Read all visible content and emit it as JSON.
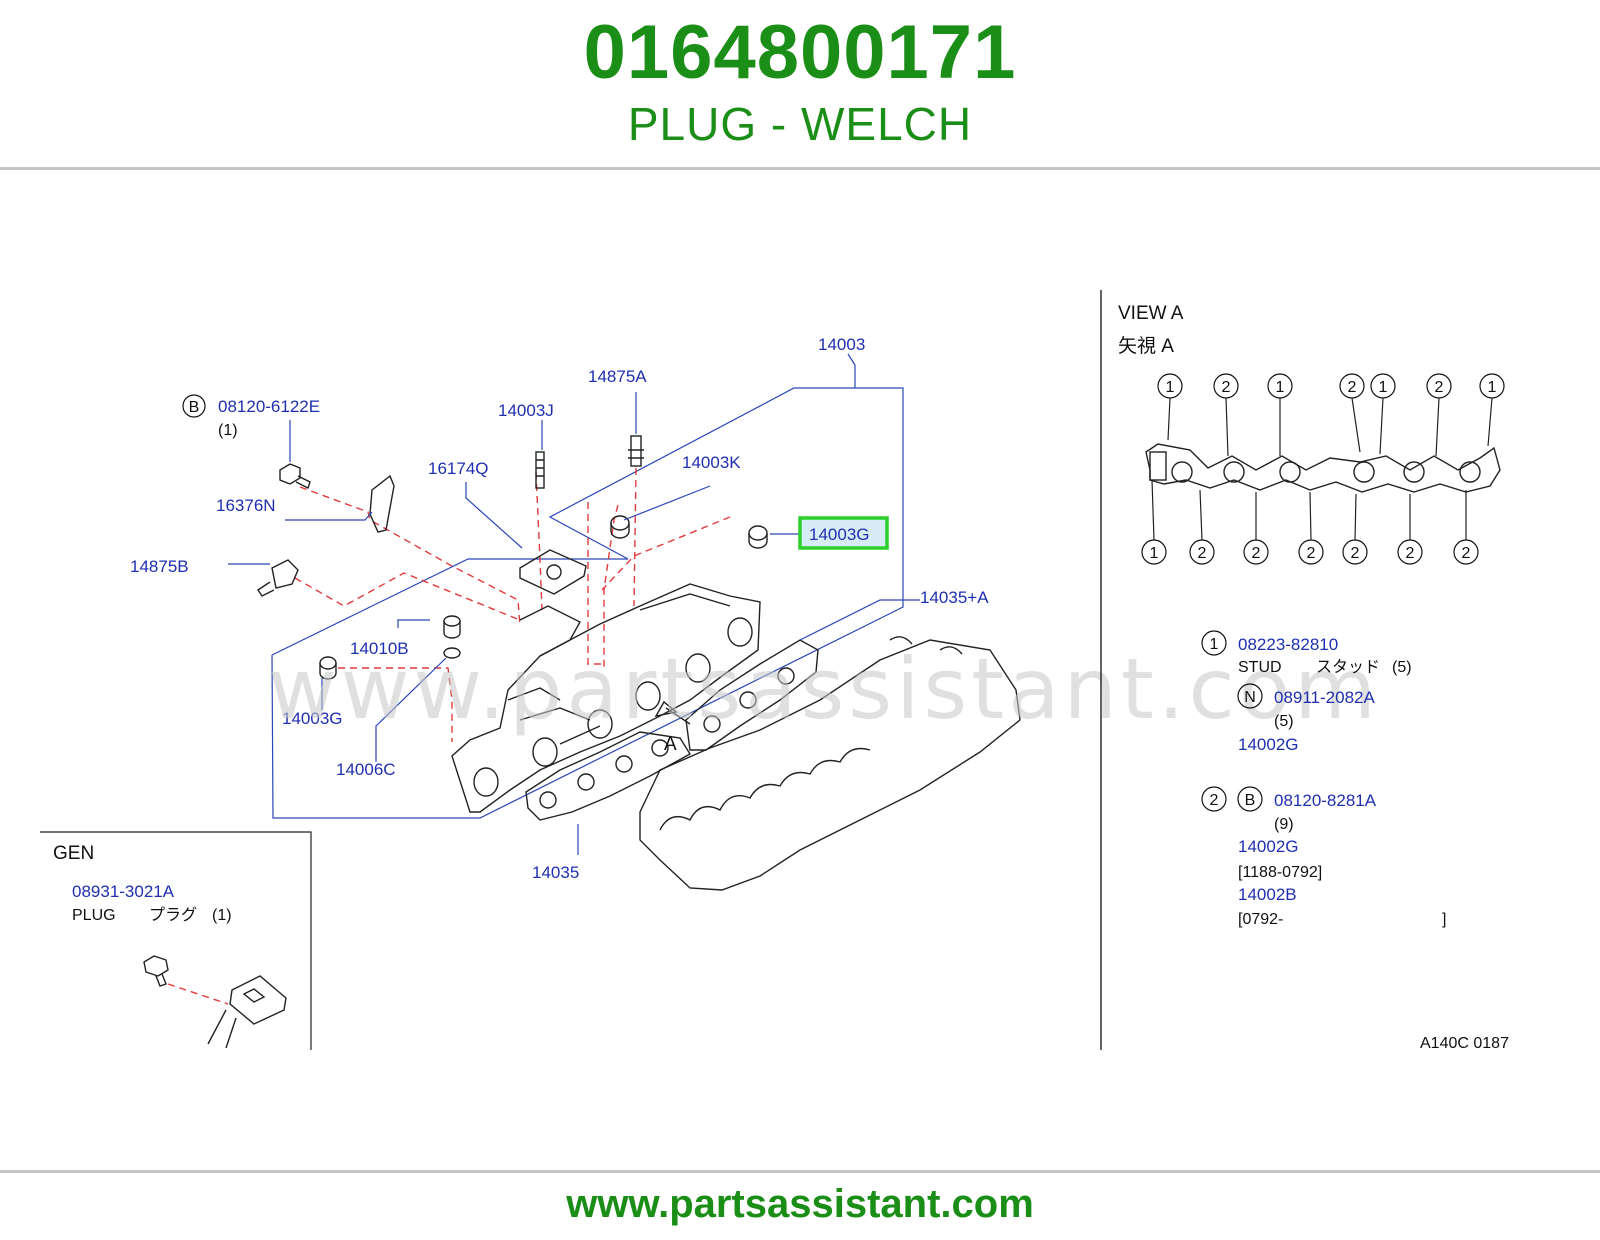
{
  "header": {
    "part_number": "0164800171",
    "description": "PLUG - WELCH"
  },
  "footer": {
    "url": "www.partsassistant.com"
  },
  "watermark": "www.partsassistant.com",
  "colors": {
    "brand_green": "#1a8e16",
    "label_blue": "#1f2fb0",
    "highlight_green": "#2bd02b",
    "highlight_fill": "#d8ecf7",
    "dash_red": "#e23b3b"
  },
  "callouts": {
    "c14003": "14003",
    "c14875A": "14875A",
    "c14003J": "14003J",
    "c08120_6122E": "08120-6122E",
    "c08120_6122E_qty": "(1)",
    "c08120_6122E_badge": "B",
    "c16174Q": "16174Q",
    "c14003K": "14003K",
    "c16376N": "16376N",
    "c14003G_highlight": "14003G",
    "c14875B": "14875B",
    "c14035A": "14035+A",
    "c14010B": "14010B",
    "c14003G": "14003G",
    "c14006C": "14006C",
    "c14035": "14035",
    "view_arrow": "A"
  },
  "gen_box": {
    "title": "GEN",
    "part": "08931-3021A",
    "name": "PLUG",
    "name_jp": "プラグ",
    "qty": "(1)"
  },
  "view_a": {
    "title": "VIEW   A",
    "title_jp": "矢視 A",
    "top_numbers": [
      "1",
      "2",
      "1",
      "2",
      "1",
      "2",
      "1"
    ],
    "bottom_numbers": [
      "1",
      "2",
      "2",
      "2",
      "2",
      "2",
      "2"
    ],
    "legend1": {
      "num": "1",
      "part": "08223-82810",
      "name": "STUD",
      "name_jp": "スタッド",
      "qty": "(5)",
      "badge": "N",
      "part2": "08911-2082A",
      "qty2": "(5)",
      "ref": "14002G"
    },
    "legend2": {
      "num": "2",
      "badge": "B",
      "part": "08120-8281A",
      "qty": "(9)",
      "ref1": "14002G",
      "range1": "[1188-0792]",
      "ref2": "14002B",
      "range2_open": "[0792-",
      "range2_close": "]"
    }
  },
  "drawing_code": "A140C   0187"
}
